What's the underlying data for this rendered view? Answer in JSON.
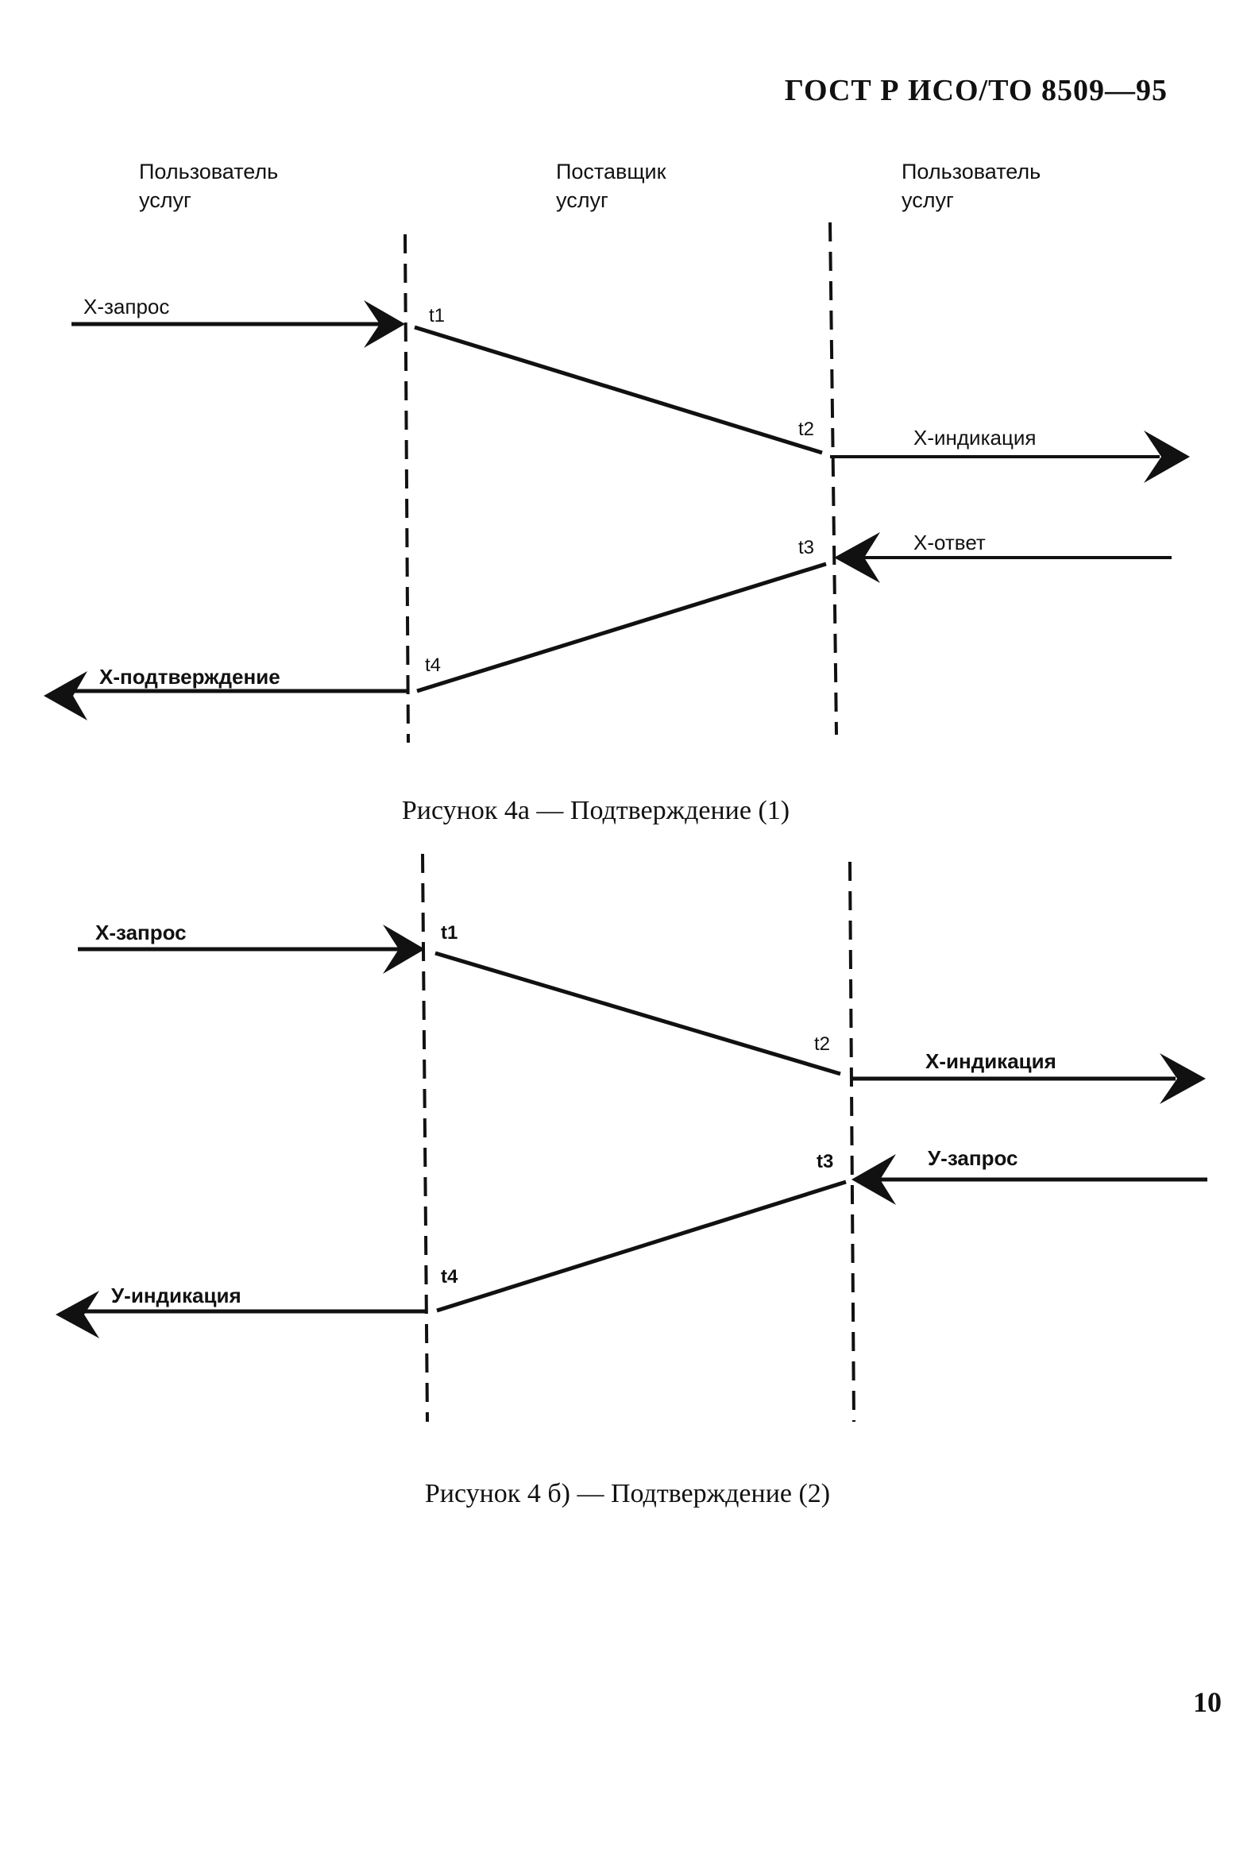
{
  "header": {
    "doc_code": "ГОСТ Р ИСО/ТО 8509—95"
  },
  "figure_a": {
    "columns": {
      "left": [
        "Пользователь",
        "услуг"
      ],
      "middle": [
        "Поставщик",
        "услуг"
      ],
      "right": [
        "Пользователь",
        "услуг"
      ]
    },
    "labels": {
      "request": "Х-запрос",
      "indication": "Х-индикация",
      "response": "Х-ответ",
      "confirmation": "Х-подтверждение"
    },
    "times": [
      "t1",
      "t2",
      "t3",
      "t4"
    ],
    "caption": "Рисунок 4а — Подтверждение (1)"
  },
  "figure_b": {
    "labels": {
      "request": "Х-запрос",
      "indication": "Х-индикация",
      "y_request": "У-запрос",
      "y_indication": "У-индикация"
    },
    "times": [
      "t1",
      "t2",
      "t3",
      "t4"
    ],
    "caption": "Рисунок 4 б) — Подтверждение (2)"
  },
  "footer": {
    "page_number": "10"
  }
}
